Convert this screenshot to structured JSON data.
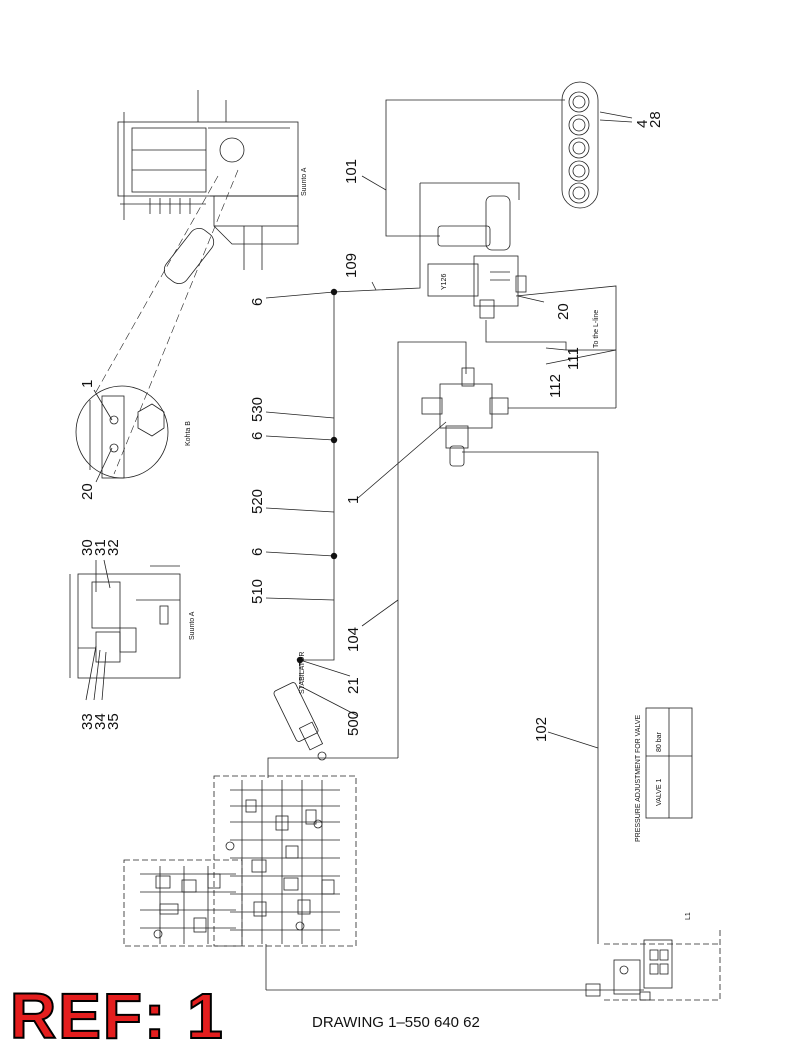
{
  "callouts": {
    "c28": "28",
    "c4": "4",
    "c101": "101",
    "c109": "109",
    "c6a": "6",
    "c20a": "20",
    "c112": "112",
    "c111": "111",
    "c1a": "1",
    "c20b": "20",
    "c6b": "6",
    "c530": "530",
    "c1b": "1",
    "c520": "520",
    "c30": "30",
    "c31": "31",
    "c32": "32",
    "c6c": "6",
    "c510": "510",
    "c104": "104",
    "c21": "21",
    "c500": "500",
    "c33": "33",
    "c34": "34",
    "c35": "35",
    "c102": "102"
  },
  "labels": {
    "sounto_a_top": "Suunto A",
    "kohta_b": "Kohta B",
    "sounto_a_mid": "Suunto A",
    "y126": "Y126",
    "to_l_line": "To the L-line",
    "stabilator": "STABILATOR",
    "l1": "L1"
  },
  "table": {
    "title": "PRESSURE ADJUSTMENT FOR VALVE",
    "col1": "VALVE 1",
    "col2": "80 bar"
  },
  "caption": "DRAWING 1–550 640 62",
  "ref_badge": "REF: 1"
}
